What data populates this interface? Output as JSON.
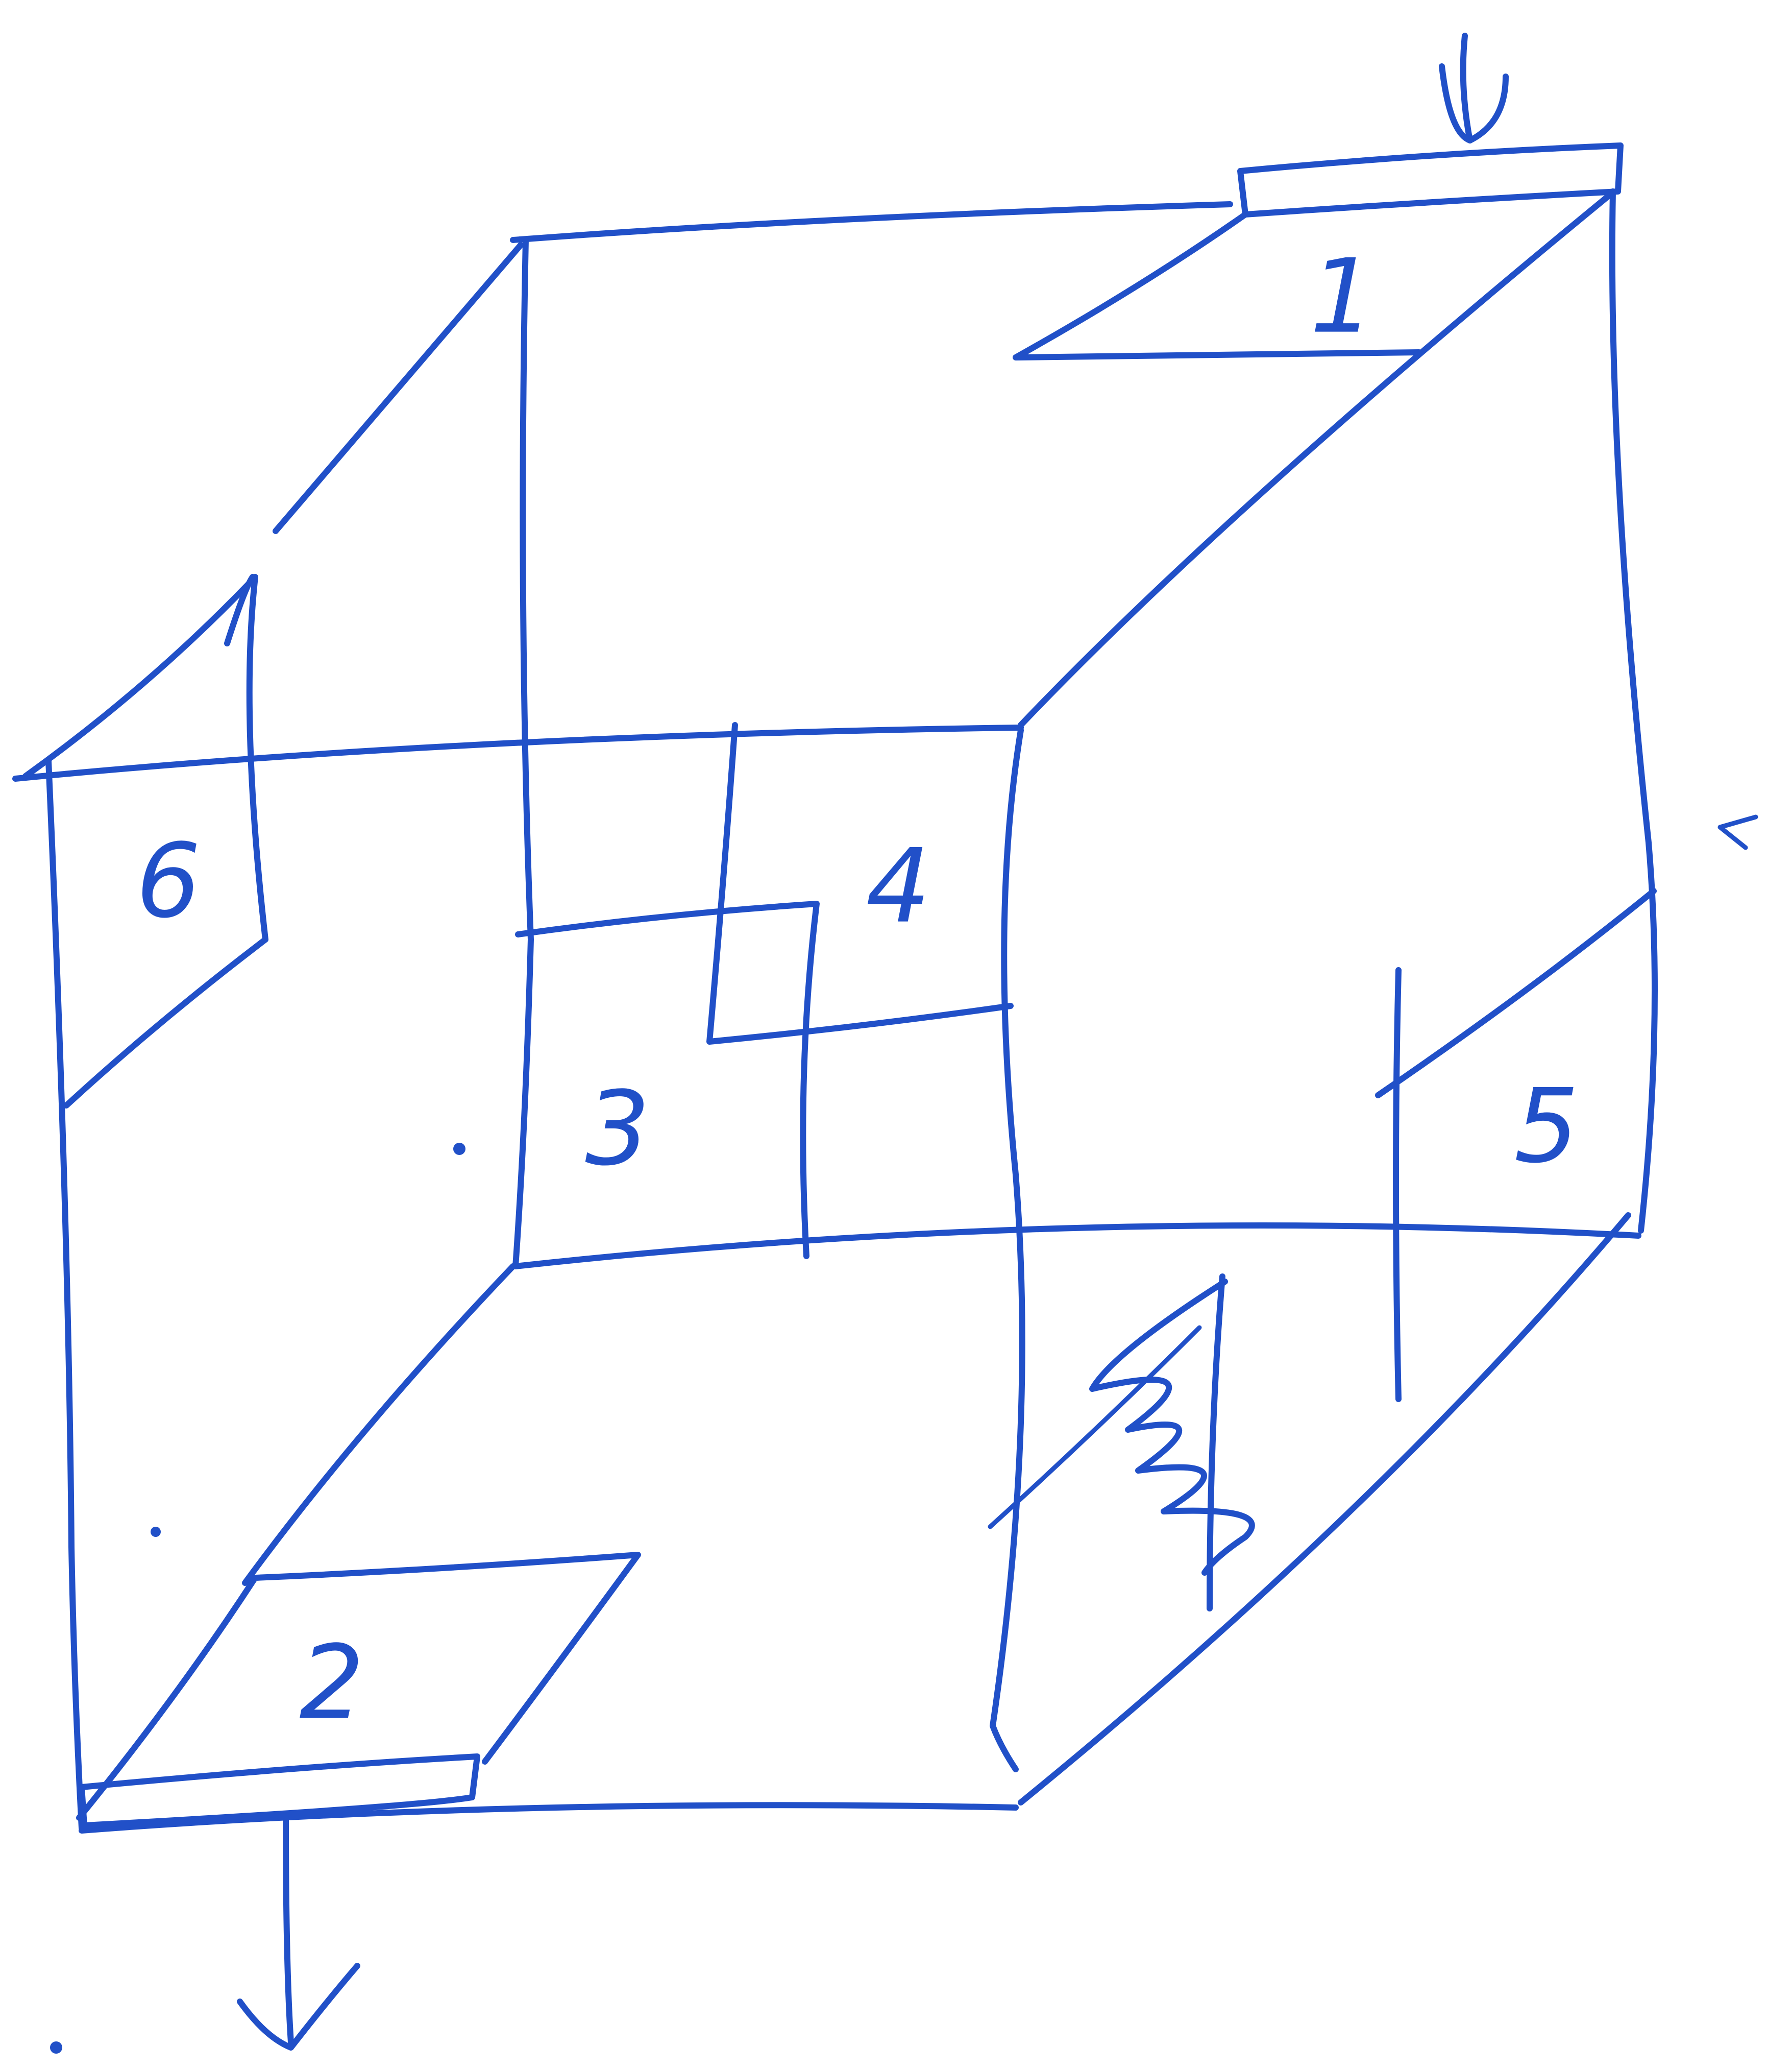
{
  "diagram": {
    "ink_color": "#2150c8",
    "background_color": "#ffffff",
    "labels": {
      "region_1": "1",
      "region_2": "2",
      "region_3": "3",
      "region_4": "4",
      "region_5": "5",
      "region_6": "6"
    }
  }
}
